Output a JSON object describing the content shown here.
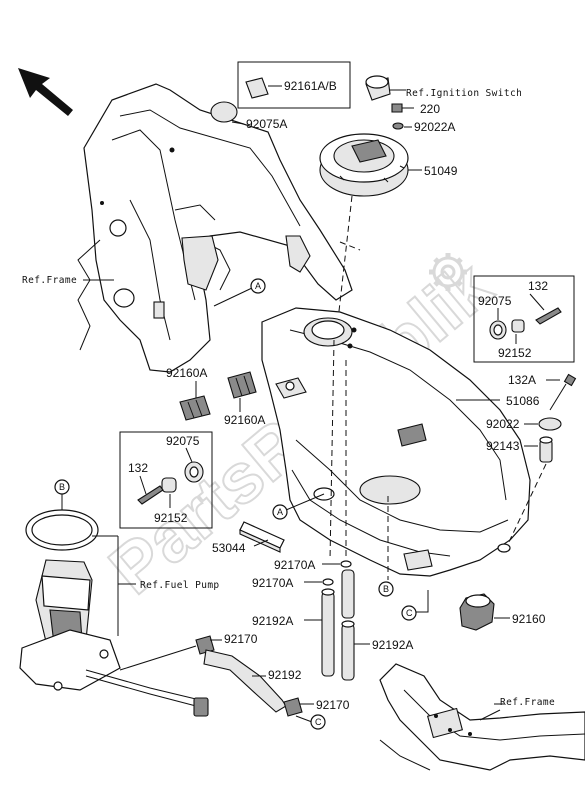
{
  "watermark": {
    "text": "PartsRepublik"
  },
  "refs": {
    "ignition_switch": "Ref.Ignition Switch",
    "frame_left": "Ref.Frame",
    "fuel_pump": "Ref.Fuel Pump",
    "frame_bottom": "Ref.Frame"
  },
  "callouts": {
    "a": "A",
    "b": "B",
    "c": "C"
  },
  "parts": {
    "p92161": "92161A/B",
    "p92075A": "92075A",
    "p220": "220",
    "p92022A": "92022A",
    "p51049": "51049",
    "box_right_92075": "92075",
    "box_right_132": "132",
    "box_right_92152": "92152",
    "p132A": "132A",
    "p51086": "51086",
    "p92022": "92022",
    "p92143": "92143",
    "p92160A_left": "92160A",
    "p92160A_right": "92160A",
    "box_left_92075": "92075",
    "box_left_132": "132",
    "box_left_92152": "92152",
    "p53044": "53044",
    "p92170A_top": "92170A",
    "p92170A_bottom": "92170A",
    "p92192A_left": "92192A",
    "p92192A_right": "92192A",
    "p92160": "92160",
    "p92170_top": "92170",
    "p92192": "92192",
    "p92170_bottom": "92170"
  }
}
